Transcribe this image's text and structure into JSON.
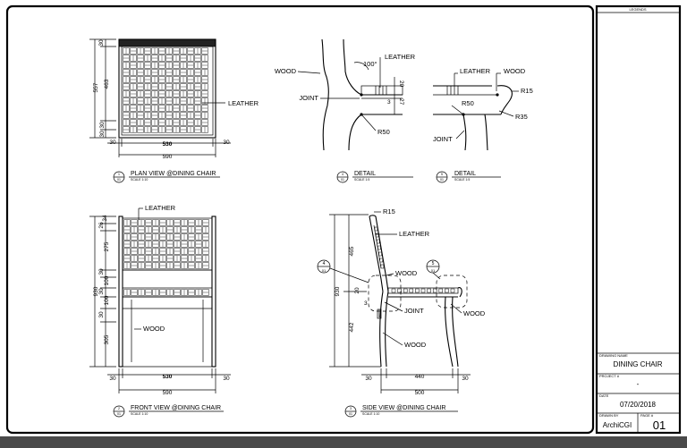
{
  "sheet": {
    "legend": "LEGENDS",
    "drawing_name_label": "DRAWING NAME",
    "drawing_name": "DINING CHAIR",
    "project_label": "PROJECT #",
    "project_value": "-",
    "date_label": "DATE",
    "date_value": "07/20/2018",
    "drawn_by_label": "DRAWN BY",
    "drawn_by_value": "ArchiCGI",
    "page_label": "PAGE #",
    "page_value": "01"
  },
  "views": {
    "plan": {
      "title": "PLAN VIEW @DINING CHAIR",
      "scale": "SCALE 1:10",
      "tag_num": "1",
      "tag_sheet": "01",
      "label_leather": "LEATHER",
      "dims": {
        "d30a": "30",
        "d463": "463",
        "d557": "557",
        "d30b": "30",
        "d30c": "30",
        "d30left": "30",
        "d530": "530",
        "d30right": "30",
        "d590": "590"
      }
    },
    "detail4": {
      "title": "DETAIL",
      "scale": "SCALE 1:5",
      "tag_num": "4",
      "tag_sheet": "01",
      "label_wood": "WOOD",
      "label_leather": "LEATHER",
      "label_joint": "JOINT",
      "angle": "100°",
      "d20": "20",
      "d3": "3",
      "d27": "27",
      "r50": "R50"
    },
    "detail5": {
      "title": "DETAIL",
      "scale": "SCALE 1:5",
      "tag_num": "5",
      "tag_sheet": "01",
      "label_leather": "LEATHER",
      "label_wood": "WOOD",
      "label_joint": "JOINT",
      "r15": "R15",
      "r50": "R50",
      "r35": "R35"
    },
    "front": {
      "title": "FRONT VIEW @DINING CHAIR",
      "scale": "SCALE 1:10",
      "tag_num": "2",
      "tag_sheet": "01",
      "label_leather": "LEATHER",
      "label_wood": "WOOD",
      "dims": {
        "d34": "34",
        "d26": "26",
        "d275": "275",
        "d30a": "30",
        "d100a": "100",
        "d30b": "30",
        "d100b": "100",
        "d30c": "30",
        "d305": "305",
        "d930": "930",
        "d30left": "30",
        "d530": "530",
        "d30right": "30",
        "d590": "590"
      }
    },
    "side": {
      "title": "SIDE VIEW @DINING CHAIR",
      "scale": "SCALE 1:10",
      "tag_num": "3",
      "tag_sheet": "01",
      "label_r15": "R15",
      "label_leather": "LEATHER",
      "label_wood_a": "WOOD",
      "label_wood_b": "WOOD",
      "label_wood_c": "WOOD",
      "label_joint": "JOINT",
      "callout4_num": "4",
      "callout4_sheet": "01",
      "callout5_num": "5",
      "callout5_sheet": "01",
      "dims": {
        "d930": "930",
        "d465": "465",
        "d20": "20",
        "d3": "3",
        "d442": "442",
        "d30": "30",
        "d440": "440",
        "d30b": "30",
        "d500": "500"
      }
    }
  }
}
